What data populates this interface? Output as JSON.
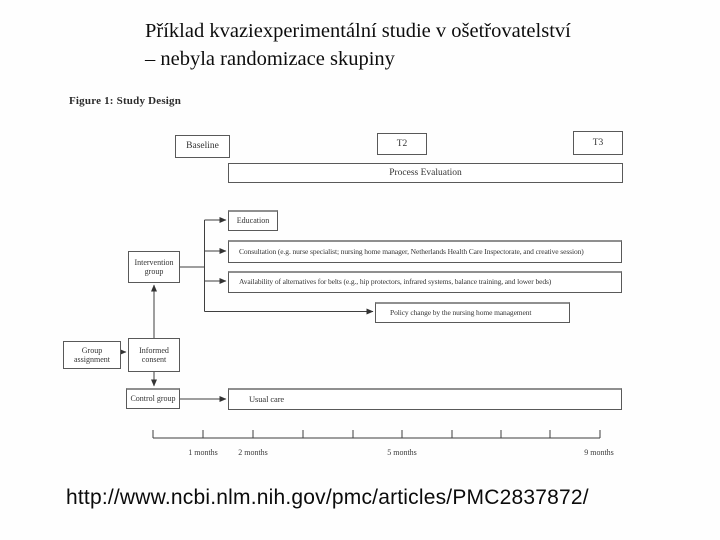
{
  "slide": {
    "title_line1": "Příklad kvaziexperimentální studie v ošetřovatelství",
    "title_line2": "– nebyla randomizace skupiny",
    "source_url": "http://www.ncbi.nlm.nih.gov/pmc/articles/PMC2837872/"
  },
  "figure": {
    "caption": "Figure 1: Study Design",
    "boxes": {
      "baseline": "Baseline",
      "t2": "T2",
      "t3": "T3",
      "process_evaluation": "Process Evaluation",
      "education": "Education",
      "consultation": "Consultation (e.g. nurse specialist; nursing home manager, Netherlands Health Care Inspectorate, and creative session)",
      "availability": "Availability of alternatives for belts (e.g., hip protectors, infrared systems, balance training, and lower beds)",
      "policy_change": "Policy change by the nursing home management",
      "intervention_group": "Intervention group",
      "group_assignment": "Group assignment",
      "informed_consent": "Informed consent",
      "control_group": "Control group",
      "usual_care": "Usual care"
    },
    "timeline": {
      "labels": [
        "1 months",
        "2 months",
        "5 months",
        "9 months"
      ]
    }
  }
}
